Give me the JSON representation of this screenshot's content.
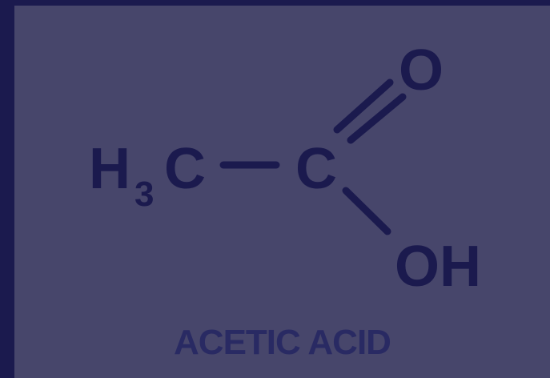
{
  "molecule": {
    "methyl_h": "H",
    "methyl_sub": "3",
    "methyl_c": "C",
    "carbonyl_c": "C",
    "oxygen": "O",
    "hydroxyl": "OH",
    "name": "ACETIC ACID"
  },
  "colors": {
    "background": "#1b1a4e",
    "card": "#47466b",
    "ink": "#1b1a4e",
    "caption": "#292a63"
  }
}
